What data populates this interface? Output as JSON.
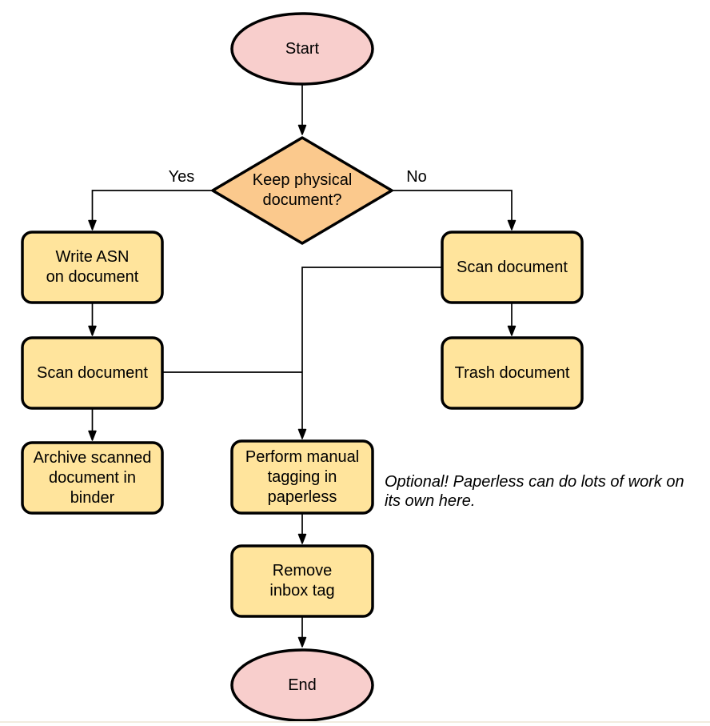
{
  "diagram": {
    "colors": {
      "background": "#FFFFFF",
      "stroke": "#000000",
      "terminal_fill": "#F8CECC",
      "decision_fill": "#FBC98D",
      "process_fill": "#FFE49C"
    },
    "nodes": [
      {
        "id": "start",
        "type": "terminal",
        "label": "Start",
        "fill": "#F8CECC"
      },
      {
        "id": "keep-physical-decision",
        "type": "decision",
        "label": "Keep physical\ndocument?",
        "fill": "#FBC98D"
      },
      {
        "id": "write-asn",
        "type": "process",
        "label": "Write ASN\non document",
        "fill": "#FFE49C"
      },
      {
        "id": "scan-document-left",
        "type": "process",
        "label": "Scan document",
        "fill": "#FFE49C"
      },
      {
        "id": "archive-scanned",
        "type": "process",
        "label": "Archive scanned\ndocument in\nbinder",
        "fill": "#FFE49C"
      },
      {
        "id": "scan-document-right",
        "type": "process",
        "label": "Scan document",
        "fill": "#FFE49C"
      },
      {
        "id": "trash-document",
        "type": "process",
        "label": "Trash document",
        "fill": "#FFE49C"
      },
      {
        "id": "perform-manual-tagging",
        "type": "process",
        "label": "Perform manual\ntagging in\npaperless",
        "fill": "#FFE49C"
      },
      {
        "id": "remove-inbox-tag",
        "type": "process",
        "label": "Remove\ninbox tag",
        "fill": "#FFE49C"
      },
      {
        "id": "end",
        "type": "terminal",
        "label": "End",
        "fill": "#F8CECC"
      }
    ],
    "edge_labels": [
      {
        "id": "yes",
        "text": "Yes"
      },
      {
        "id": "no",
        "text": "No"
      }
    ],
    "annotation": {
      "text": "Optional! Paperless can do lots of work on\nits own here."
    }
  }
}
